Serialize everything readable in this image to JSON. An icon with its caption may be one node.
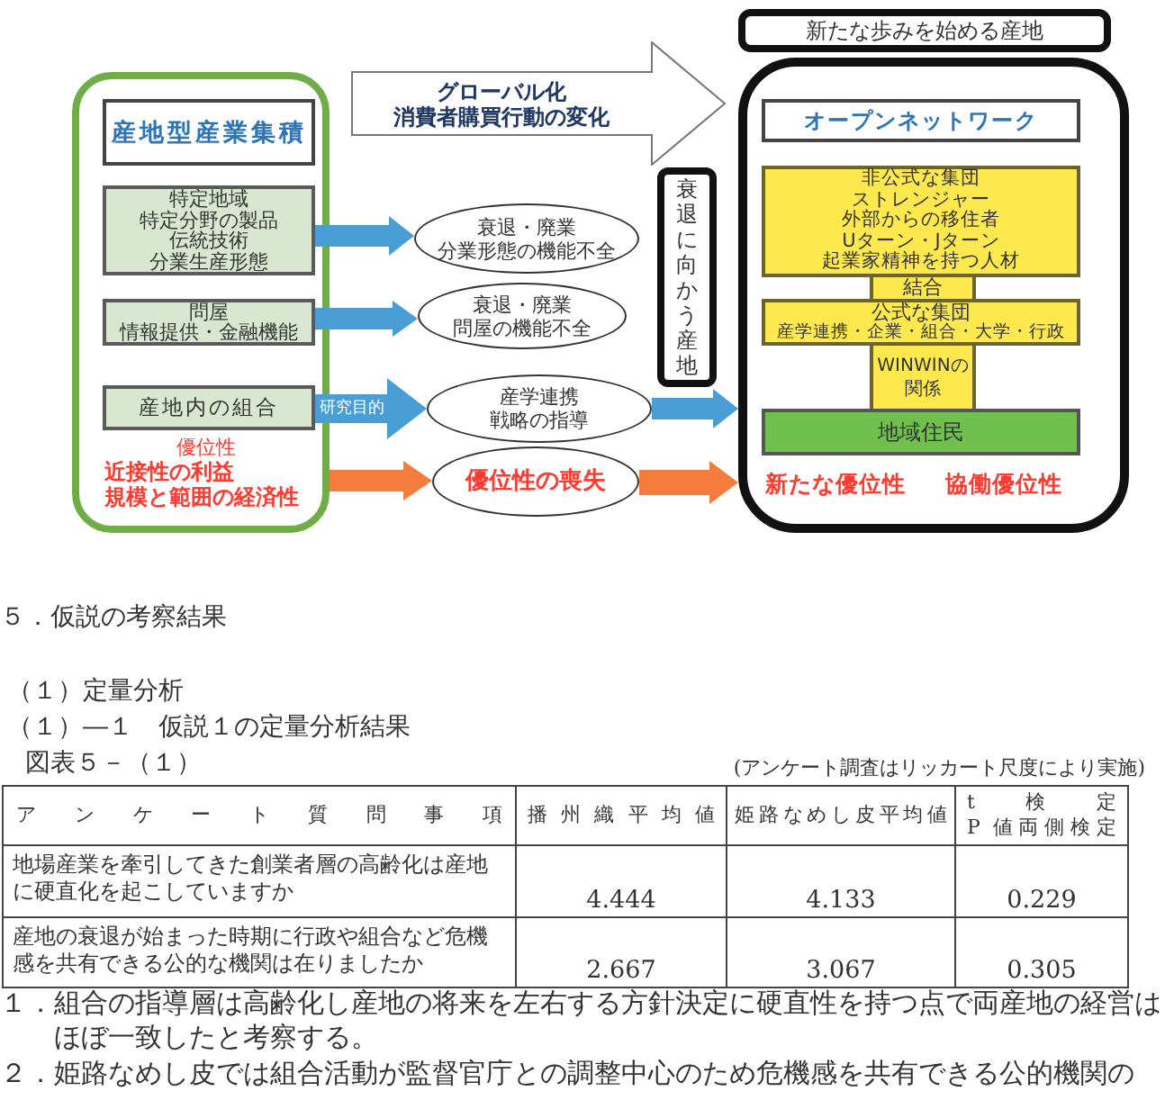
{
  "diagram": {
    "nodes": [
      {
        "text": [
          "優位性",
          "近接性の利益",
          "規模と範囲の経済性"
        ]
      },
      {
        "text": [
          "産地型産業集積"
        ],
        "in": 0
      },
      {
        "text": [
          "特定地域",
          "特定分野の製品",
          "伝統技術",
          "分業生産形態"
        ],
        "in": 0
      },
      {
        "text": [
          "問屋",
          "情報提供・金融機能"
        ],
        "in": 0
      },
      {
        "text": [
          "産地内の組合"
        ],
        "in": 0
      },
      {
        "text": [
          "衰退・廃業",
          "分業形態の機能不全"
        ]
      },
      {
        "text": [
          "衰退・廃業",
          "問屋の機能不全"
        ]
      },
      {
        "text": [
          "産学連携",
          "戦略の指導"
        ]
      },
      {
        "text": [
          "優位性の喪失"
        ]
      },
      {
        "text": [
          "グローバル化",
          "消費者購買行動の変化"
        ]
      },
      {
        "text": [
          "衰退に向かう産地"
        ]
      },
      {
        "text": [
          "新たな歩みを始める産地"
        ]
      },
      {
        "text": [
          "新たな優位性",
          "協働優位性"
        ]
      },
      {
        "text": [
          "オープンネットワーク"
        ],
        "in": 12
      },
      {
        "text": [
          "非公式な集団",
          "ストレンジャー",
          "外部からの移住者",
          "Uターン・Jターン",
          "起業家精神を持つ人材"
        ],
        "in": 12
      },
      {
        "text": [
          "結合"
        ],
        "in": 12
      },
      {
        "text": [
          "公式な集団",
          "産学連携・企業・組合・大学・行政"
        ],
        "in": 12
      },
      {
        "text": [
          "WINWINの関係"
        ],
        "in": 12
      },
      {
        "text": [
          "地域住民"
        ],
        "in": 12
      }
    ],
    "edges": [
      {
        "from": 2,
        "to": 5,
        "arrow": "to"
      },
      {
        "from": 3,
        "to": 6,
        "arrow": "to"
      },
      {
        "from": 4,
        "to": 7,
        "arrow": "to",
        "label": "研究目的"
      },
      {
        "from": 0,
        "to": 8,
        "arrow": "to",
        "color": "#f47c3c"
      },
      {
        "from": 7,
        "to": 12,
        "arrow": "to"
      },
      {
        "from": 8,
        "to": 12,
        "arrow": "to",
        "color": "#f47c3c"
      }
    ],
    "labels": [
      "５．仮説の考察結果",
      "（１）定量分析",
      "（１）―１　仮説１の定量分析結果",
      "図表５－（１）",
      "(アンケート調査はリッカート尺度により実施)",
      "アンケート質問事項",
      "播州織平均値",
      "姫路なめし皮平均値",
      "t検定",
      "P 値両側検定",
      "地場産業を牽引してきた創業者層の高齢化は産地に硬直化を起こしていますか",
      "4.444",
      "4.133",
      "0.229",
      "産地の衰退が始まった時期に行政や組合など危機感を共有できる公的な機関は在りましたか",
      "2.667",
      "3.067",
      "0.305",
      "１．組合の指導層は高齢化し産地の将来を左右する方針決定に硬直性を持つ点で両産地の経営はほぼ一致したと考察する。",
      "２．姫路なめし皮では組合活動が監督官庁との調整中心のため危機感を共有できる公的機関の"
    ]
  }
}
